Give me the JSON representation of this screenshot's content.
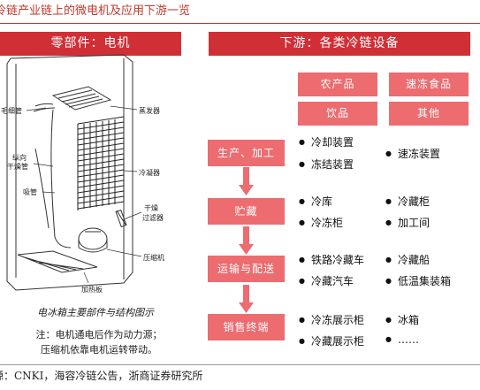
{
  "title": "冷链产业链上的微电机及应用下游一览",
  "left_header": "零部件：电机",
  "right_header": "下游：各类冷链设备",
  "fridge_labels": {
    "capillary": "毛细管",
    "evaporator": "蒸发器",
    "longitudinal": "纵向",
    "dry_pipe": "干燥管",
    "suction": "吸管",
    "condenser": "冷凝器",
    "dry": "干燥",
    "filter": "过滤器",
    "compressor": "压缩机",
    "heater": "加热板"
  },
  "caption": "电冰箱主要部件与结构图示",
  "note_line1": "注：电机通电后作为动力源；",
  "note_line2": "压缩机依靠电机运转带动。",
  "categories": [
    "农产品",
    "速冻食品",
    "饮品",
    "其他"
  ],
  "stages": [
    "生产、加工",
    "贮藏",
    "运输与配送",
    "销售终端"
  ],
  "items": {
    "s1a": "冷却装置",
    "s1b": "速冻装置",
    "s1c": "冻结装置",
    "s2a": "冷库",
    "s2b": "冷藏柜",
    "s2c": "冷冻柜",
    "s2d": "加工间",
    "s3a": "铁路冷藏车",
    "s3b": "冷藏船",
    "s3c": "冷藏汽车",
    "s3d": "低温集装箱",
    "s4a": "冷冻展示柜",
    "s4b": "冰箱",
    "s4c": "冷藏展示柜",
    "s4d": "……"
  },
  "bullet": "●",
  "source": "源：CNKI，海容冷链公告，浙商证券研究所",
  "colors": {
    "header": "#d02f36",
    "box": "#ec6c70",
    "title": "#c0392b"
  }
}
